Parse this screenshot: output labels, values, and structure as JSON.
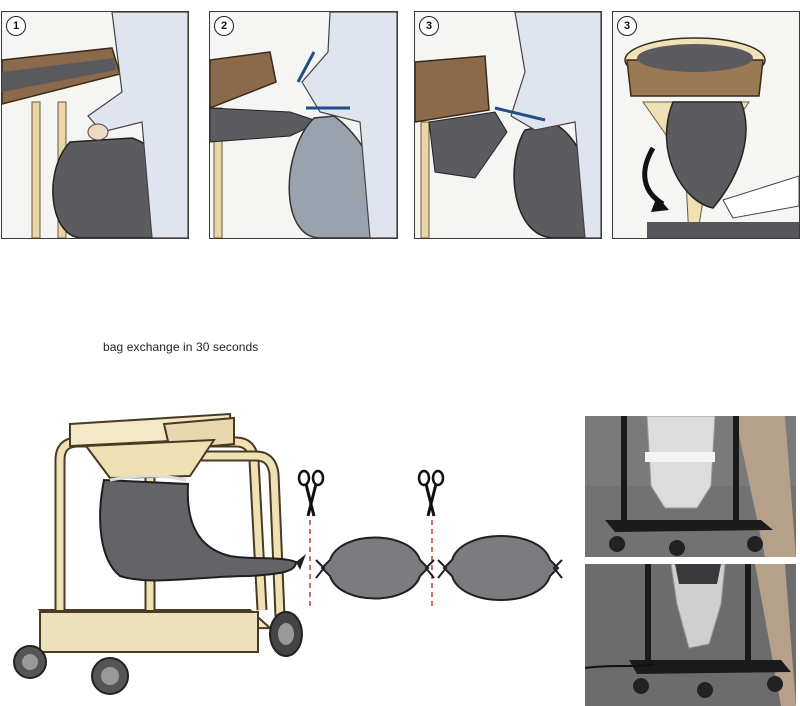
{
  "steps": [
    {
      "badge": "1"
    },
    {
      "badge": "2"
    },
    {
      "badge": "3"
    },
    {
      "badge": "3"
    }
  ],
  "caption": "bag exchange in 30 seconds"
}
